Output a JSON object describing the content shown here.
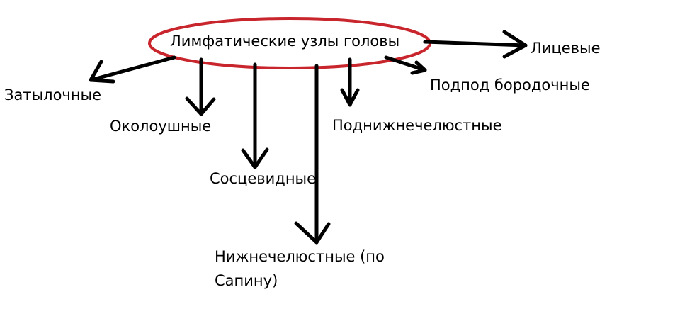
{
  "diagram": {
    "title": "Лимфатические узлы головы",
    "nodes": [
      {
        "id": "face",
        "label": "Лицевые"
      },
      {
        "id": "submental",
        "label": "Подпод бородочные"
      },
      {
        "id": "occipital",
        "label": "Затылочные"
      },
      {
        "id": "parotid",
        "label": "Околоушные"
      },
      {
        "id": "submandibular",
        "label": "Поднижнечелюстные"
      },
      {
        "id": "mastoid",
        "label": "Сосцевидные"
      },
      {
        "id": "mandibular",
        "label": "Нижнечелюстные (по Сапину)"
      }
    ]
  },
  "colors": {
    "ellipse": "#c8252c",
    "arrows": "#000000",
    "text": "#000000",
    "background": "#ffffff"
  }
}
